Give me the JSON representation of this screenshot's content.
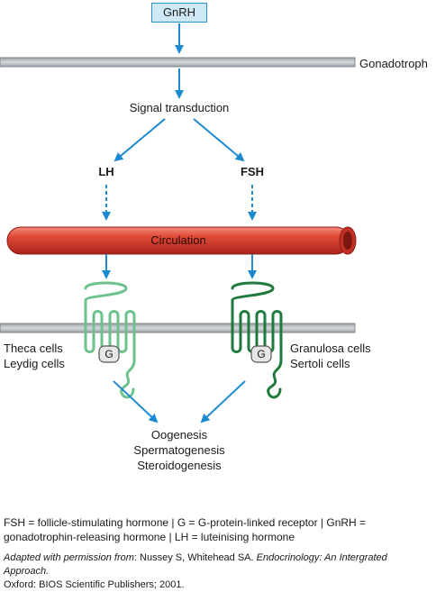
{
  "labels": {
    "gnrh": "GnRH",
    "gonadotroph": "Gonadotroph",
    "signal_transduction": "Signal transduction",
    "lh": "LH",
    "fsh": "FSH",
    "circulation": "Circulation",
    "g_left": "G",
    "g_right": "G",
    "theca_cells": "Theca cells",
    "leydig_cells": "Leydig cells",
    "granulosa_cells": "Granulosa cells",
    "sertoli_cells": "Sertoli cells",
    "oogenesis": "Oogenesis",
    "spermatogenesis": "Spermatogenesis",
    "steroidogenesis": "Steroidogenesis"
  },
  "legend": {
    "line1": "FSH = follicle-stimulating hormone  |  G = G-protein-linked receptor  |  GnRH =",
    "line2": "gonadotrophin-releasing hormone  |  LH = luteinising hormone"
  },
  "credit": {
    "prefix": "Adapted with permission from",
    "authors": ": Nussey S, Whitehead SA. ",
    "title": "Endocrinology: An Intergrated Approach.",
    "line2": "Oxford: BIOS Scientific Publishers; 2001."
  },
  "colors": {
    "arrow": "#1b8ad1",
    "membrane": "#c3c8cc",
    "vessel": "#d9362b",
    "receptor_light": "#6cc28b",
    "receptor_dark": "#1f7a3d"
  }
}
